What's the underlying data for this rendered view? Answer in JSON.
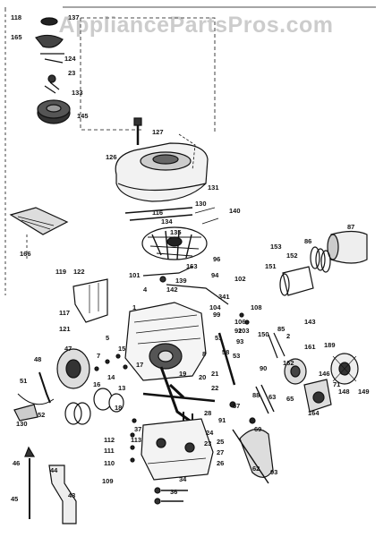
{
  "watermark": "AppliancePartsPros.com",
  "colors": {
    "ink": "#111111",
    "paper": "#ffffff",
    "watermark": "#8a8a8a"
  },
  "part_numbers": {
    "p1": "118",
    "p2": "137",
    "p3": "165",
    "p4": "124",
    "p5": "23",
    "p6": "133",
    "p7": "145",
    "p8": "127",
    "p9": "126",
    "p10": "131",
    "p11": "116",
    "p12": "130",
    "p13": "134",
    "p14": "140",
    "p15": "135",
    "p16": "166",
    "p17": "87",
    "p18": "153",
    "p19": "86",
    "p20": "152",
    "p21": "151",
    "p22": "119",
    "p23": "122",
    "p24": "101",
    "p25": "163",
    "p26": "96",
    "p27": "139",
    "p28": "94",
    "p29": "102",
    "p30": "4",
    "p31": "142",
    "p32": "341",
    "p33": "117",
    "p34": "104",
    "p35": "99",
    "p36": "108",
    "p37": "1",
    "p38": "121",
    "p39": "103",
    "p40": "143",
    "p41": "47",
    "p42": "5",
    "p43": "150",
    "p44": "85",
    "p45": "161",
    "p46": "2",
    "p47": "189",
    "p48": "90",
    "p49": "93",
    "p50": "7",
    "p51": "15",
    "p52": "14",
    "p53": "16",
    "p54": "17",
    "p55": "13",
    "p56": "19",
    "p57": "20",
    "p58": "53",
    "p59": "48",
    "p60": "51",
    "p61": "162",
    "p62": "71",
    "p63": "51",
    "p64": "52",
    "p65": "130",
    "p66": "18",
    "p67": "21",
    "p68": "22",
    "p69": "88",
    "p70": "57",
    "p71": "63",
    "p72": "65",
    "p73": "164",
    "p74": "148",
    "p75": "149",
    "p76": "146",
    "p77": "28",
    "p78": "91",
    "p79": "37",
    "p80": "112",
    "p81": "111",
    "p82": "113",
    "p83": "110",
    "p84": "109",
    "p85": "25",
    "p86": "24",
    "p87": "23",
    "p88": "27",
    "p89": "26",
    "p90": "69",
    "p91": "62",
    "p92": "93",
    "p93": "46",
    "p94": "44",
    "p95": "45",
    "p96": "43",
    "p97": "34",
    "p98": "36",
    "p99": "92",
    "p100": "8",
    "p101": "106",
    "p102": "58"
  }
}
